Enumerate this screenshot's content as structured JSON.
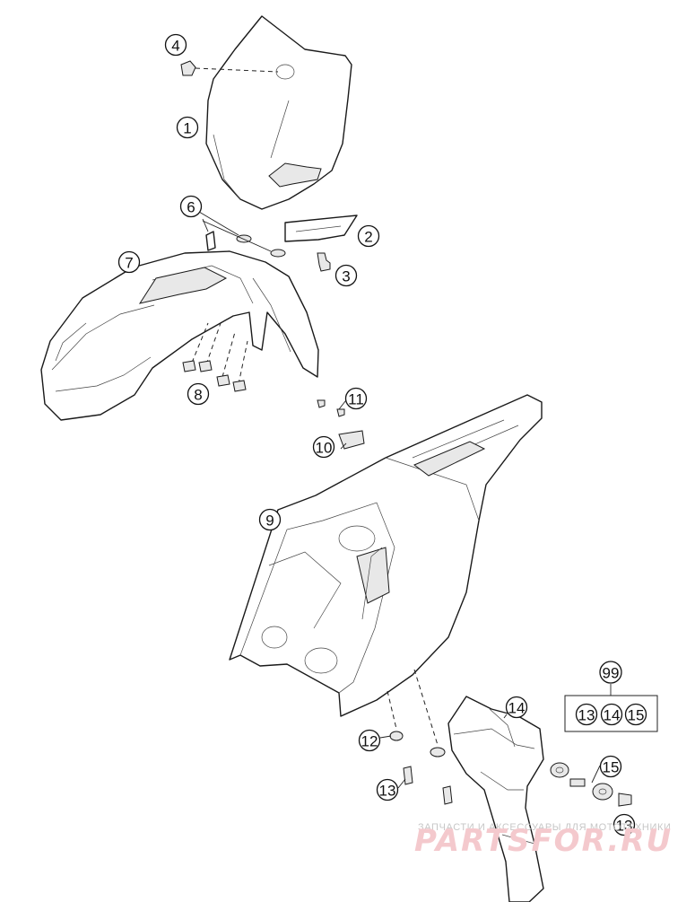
{
  "callouts": {
    "c1": "1",
    "c2": "2",
    "c3": "3",
    "c4": "4",
    "c6": "6",
    "c7": "7",
    "c8": "8",
    "c9": "9",
    "c10": "10",
    "c11": "11",
    "c12": "12",
    "c13a": "13",
    "c13b": "13",
    "c14": "14",
    "c15": "15",
    "c99": "99"
  },
  "kit": {
    "items": [
      "13",
      "14",
      "15"
    ]
  },
  "watermark": {
    "tagline": "ЗАПЧАСТИ И АКСЕССУАРЫ ДЛЯ МОТОТЕХНИКИ",
    "brand": "PARTSFOR.RU",
    "color": "#f4c9cd"
  }
}
